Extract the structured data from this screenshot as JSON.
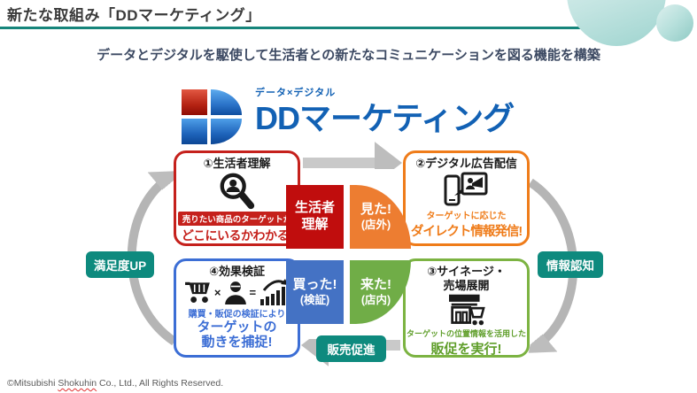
{
  "header": {
    "title": "新たな取組み「DDマーケティング」",
    "subtitle": "データとデジタルを駆使して生活者との新たなコミュニケーションを図る機能を構築"
  },
  "logo": {
    "ruby": "データ×デジタル",
    "name": "DDマーケティング"
  },
  "cycle": {
    "boxes": [
      {
        "title": "①生活者理解",
        "icon": "magnifier-person-icon",
        "note": "売りたい商品のターゲットが",
        "headline": "どこにいるかわかる!"
      },
      {
        "title": "②デジタル広告配信",
        "icon": "smartphone-broadcast-icon",
        "note": "ターゲットに応じた",
        "headline": "ダイレクト情報発信!"
      },
      {
        "title1": "③サイネージ・",
        "title2": "売場展開",
        "icon": "store-cart-icon",
        "note": "ターゲットの位置情報を活用した",
        "headline": "販促を実行!"
      },
      {
        "title": "④効果検証",
        "icon": "cart-person-chart-icon",
        "icon_ops": {
          "times": "×",
          "equals": "="
        },
        "note": "購買・販促の検証により",
        "headline1": "ターゲットの",
        "headline2": "動きを捕捉!"
      }
    ],
    "center": {
      "understand": {
        "line1": "生活者",
        "line2": "理解"
      },
      "saw": {
        "line1": "見た!",
        "line2": "(店外)"
      },
      "bought": {
        "line1": "買った!",
        "line2": "(検証)"
      },
      "came": {
        "line1": "来た!",
        "line2": "(店内)"
      }
    },
    "labels": {
      "satisfaction": "満足度UP",
      "recognition": "情報認知",
      "promotion": "販売促進"
    }
  },
  "footer": {
    "copyright_pre": "©Mitsubishi ",
    "copyright_wavy": "Shokuhin",
    "copyright_post": " Co., Ltd., All Rights Reserved."
  },
  "colors": {
    "teal_accent": "#0e8a7e",
    "rule_teal": "#16857b",
    "logo_blue": "#1261b4",
    "red": "#c5211c",
    "orange": "#ef7c1a",
    "green": "#7cb342",
    "blue": "#3c6ed5",
    "center_red": "#c00d0d",
    "center_orange": "#ed7d31",
    "center_blue": "#4472c4",
    "center_green": "#70ad47",
    "arrow_gray": "#bdbdbd"
  }
}
